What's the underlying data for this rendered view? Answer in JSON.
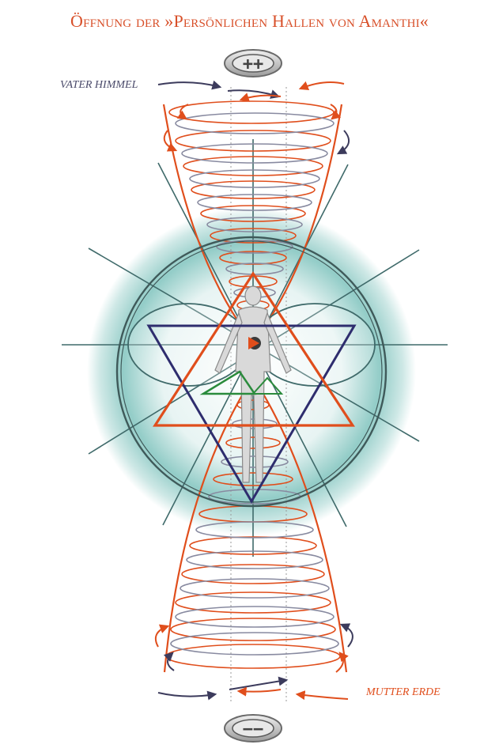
{
  "title": "Öffnung der »Persönlichen Hallen von Amanthi«",
  "labels": {
    "top": "VATER HIMMEL",
    "bottom": "MUTTER ERDE"
  },
  "poles": {
    "top": "++",
    "bottom": "−−"
  },
  "colors": {
    "title": "#d8502a",
    "orange": "#e04e1c",
    "gray_purple": "#888aa0",
    "dark_navy": "#2e2d6e",
    "teal_glow": "#3aa39a",
    "teal_line": "#3f6a6a",
    "green": "#2a8b3c",
    "label_top": "#4a4a6a",
    "label_bottom": "#e04e1c"
  }
}
